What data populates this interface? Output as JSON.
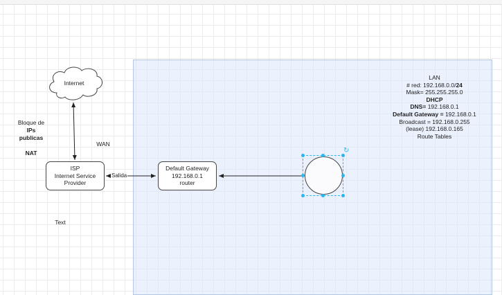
{
  "diagram": {
    "internet_cloud": {
      "label": "Internet"
    },
    "isp_node": {
      "line1": "ISP",
      "line2": "Internet Service",
      "line3": "Provider"
    },
    "gateway_node": {
      "line1": "Default Gateway",
      "line2": "192.168.0.1",
      "line3": "router"
    },
    "left_notes": {
      "line1": "Bloque de",
      "line2": "IPs",
      "line3": "publicas",
      "nat": "NAT"
    },
    "wan_label": "WAN",
    "text_label": "Text",
    "edge_label": "Salida",
    "lan_info": {
      "title": "LAN",
      "red_prefix": "# red: 192.168.0.0/",
      "red_bold": "24",
      "mask": "Mask= 255.255.255.0",
      "dhcp": "DHCP",
      "dns_bold": "DNS=",
      "dns_value": " 192.168.0.1",
      "gw_bold": "Default Gateway =",
      "gw_value": " 192.168.0.1",
      "broadcast": "Broadcast = 192.168.0.255",
      "lease": "(lease) 192.168.0.165",
      "route_tables": "Route Tables"
    }
  },
  "colors": {
    "selection": "#29b6f2",
    "lan_fill": "#dae6fc",
    "stroke": "#222222"
  },
  "icons": {
    "rotate": "rotate-icon"
  }
}
